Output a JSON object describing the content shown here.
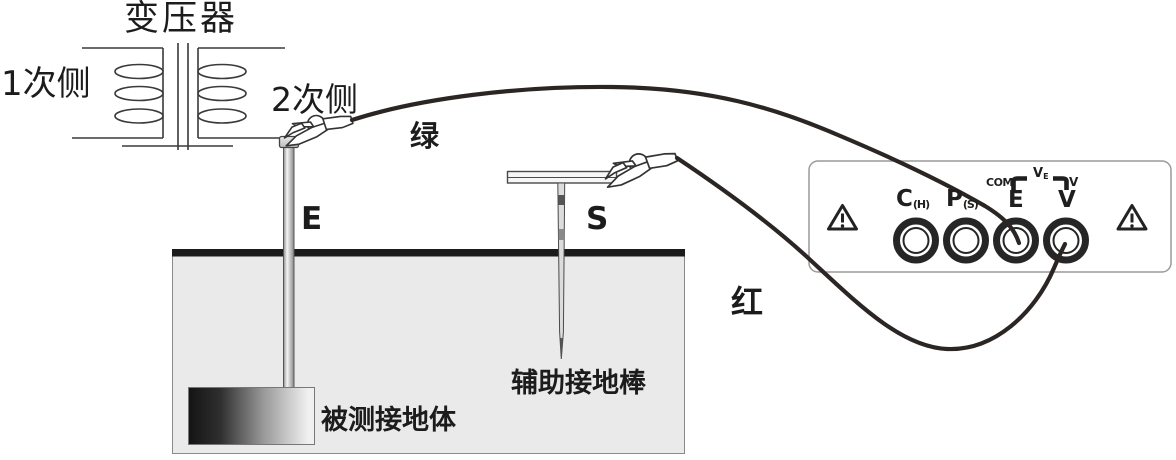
{
  "diagram": {
    "transformer": {
      "title": "变压器",
      "primary_label": "1次侧",
      "secondary_label": "2次侧"
    },
    "electrode": {
      "label": "E",
      "buried_body_label": "被测接地体"
    },
    "auxiliary_rod": {
      "label": "S",
      "name_label": "辅助接地棒"
    },
    "wires": {
      "green_label": "绿",
      "red_label": "红",
      "line_color": "#2b2623"
    }
  },
  "instrument": {
    "terminals": [
      {
        "main": "C",
        "sub": "(H)"
      },
      {
        "main": "P",
        "sub": "(S)"
      },
      {
        "main": "E",
        "sub": ""
      },
      {
        "main": "V",
        "sub": ""
      }
    ],
    "top_markings": {
      "com": "COM",
      "ve_main": "V",
      "ve_sub": "E",
      "v_small": "V"
    }
  }
}
